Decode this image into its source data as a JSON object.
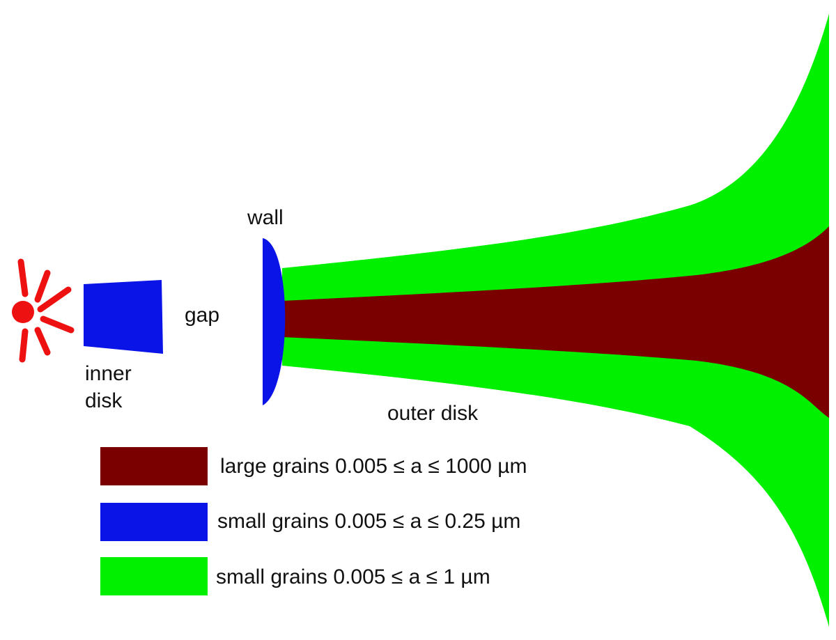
{
  "labels": {
    "wall": "wall",
    "gap": "gap",
    "inner_disk_line1": "inner",
    "inner_disk_line2": "disk",
    "outer_disk": "outer disk"
  },
  "legend": [
    {
      "text": "large grains 0.005 ≤ a ≤ 1000 µm",
      "color": "#7a0000"
    },
    {
      "text": "small grains 0.005 ≤ a ≤ 0.25 µm",
      "color": "#0a14e6"
    },
    {
      "text": "small grains 0.005 ≤ a ≤ 1 µm",
      "color": "#00f000"
    }
  ],
  "colors": {
    "star": "#ee1111",
    "inner_disk": "#0a14e6",
    "wall": "#0a14e6",
    "outer_disk_surface": "#00f000",
    "outer_disk_midplane": "#7a0000"
  },
  "icons": {
    "star": "star-sun-icon"
  }
}
